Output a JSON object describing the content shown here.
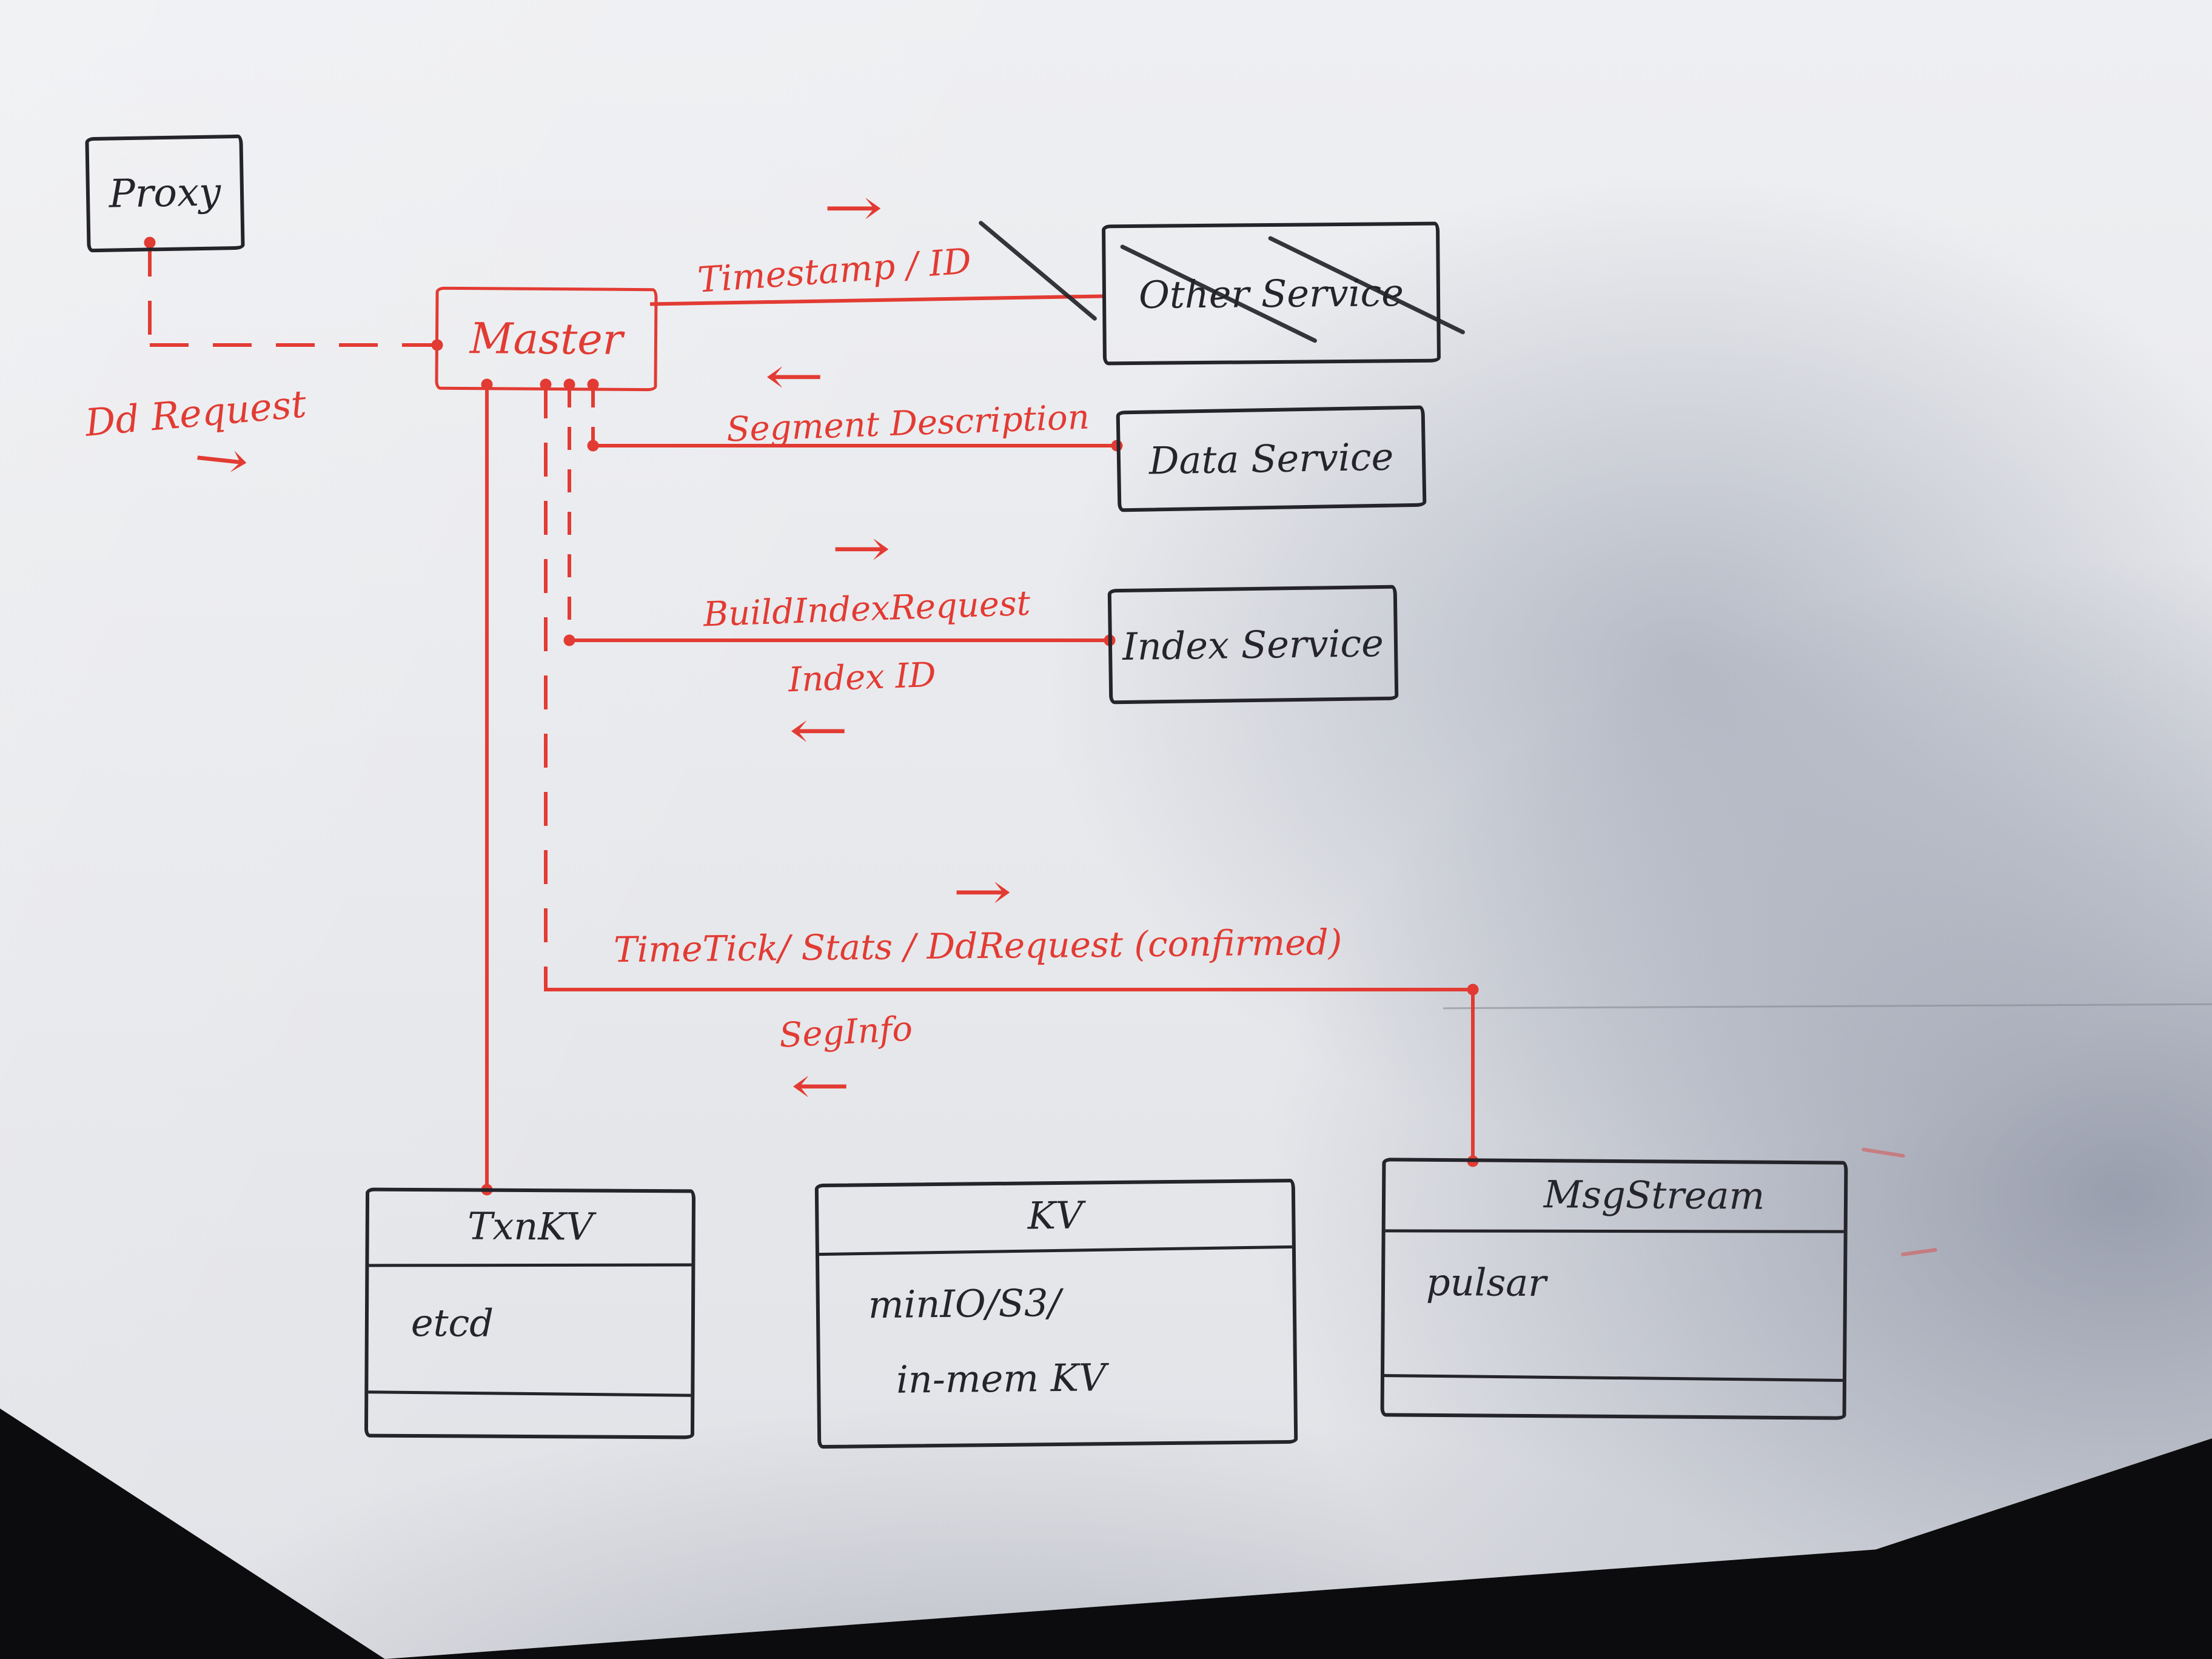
{
  "nodes": {
    "proxy": {
      "label": "Proxy"
    },
    "master": {
      "label": "Master"
    },
    "other_service": {
      "label": "Other Service"
    },
    "data_service": {
      "label": "Data Service"
    },
    "index_service": {
      "label": "Index Service"
    },
    "txn_kv": {
      "title": "TxnKV",
      "body": "etcd"
    },
    "kv": {
      "title": "KV",
      "body_line1": "minIO/S3/",
      "body_line2": "in-mem KV"
    },
    "msg_stream": {
      "title": "MsgStream",
      "body": "pulsar"
    }
  },
  "edge_labels": {
    "dd_request": "Dd Request",
    "timestamp_id": "Timestamp / ID",
    "segment_description": "Segment Description",
    "build_index_request": "BuildIndexRequest",
    "index_id": "Index ID",
    "timetick_stats_ddrequest": "TimeTick/ Stats / DdRequest (confirmed)",
    "seg_info": "SegInfo"
  },
  "icons": {
    "arrow_right": "→",
    "arrow_left": "←"
  },
  "colors": {
    "ink": "#24242a",
    "red": "#e23b33",
    "paper": "#edeef1"
  }
}
